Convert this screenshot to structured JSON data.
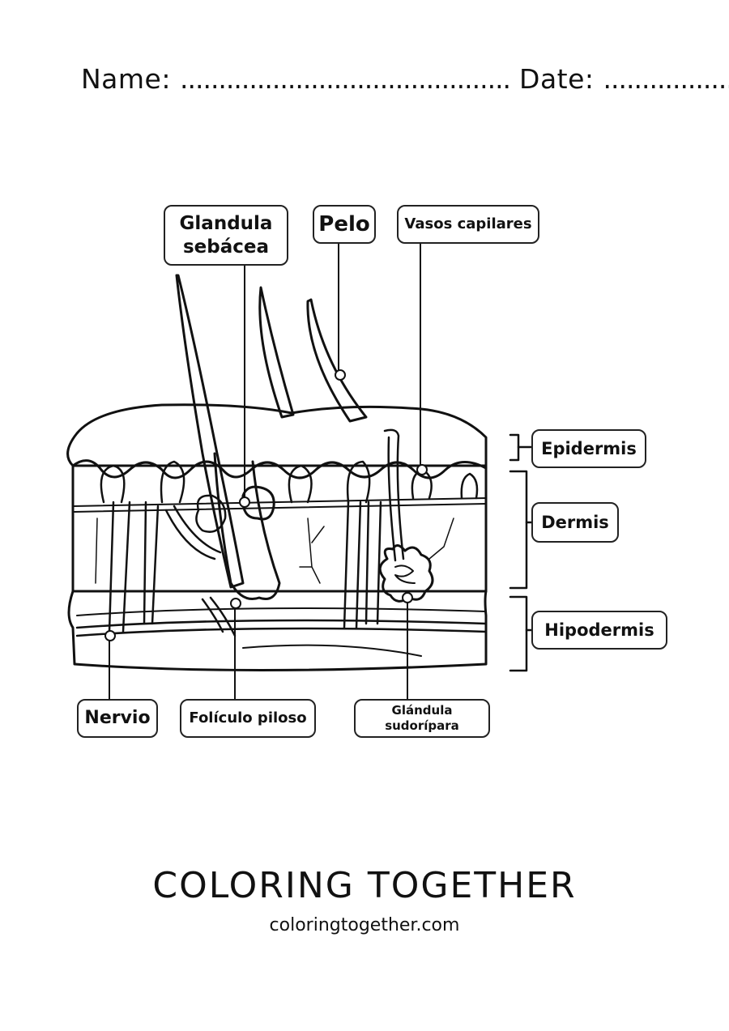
{
  "header": {
    "name_label": "Name:",
    "name_dots": "...........................................",
    "date_label": "Date:",
    "date_dots": "................."
  },
  "labels": {
    "glandula_sebacea": "Glandula sebácea",
    "pelo": "Pelo",
    "vasos_capilares": "Vasos capilares",
    "epidermis": "Epidermis",
    "dermis": "Dermis",
    "hipodermis": "Hipodermis",
    "nervio": "Nervio",
    "foliculo_piloso": "Folículo piloso",
    "glandula_sudoripara": "Glándula sudorípara"
  },
  "footer": {
    "brand": "COLORING TOGETHER",
    "url": "coloringtogether.com"
  }
}
